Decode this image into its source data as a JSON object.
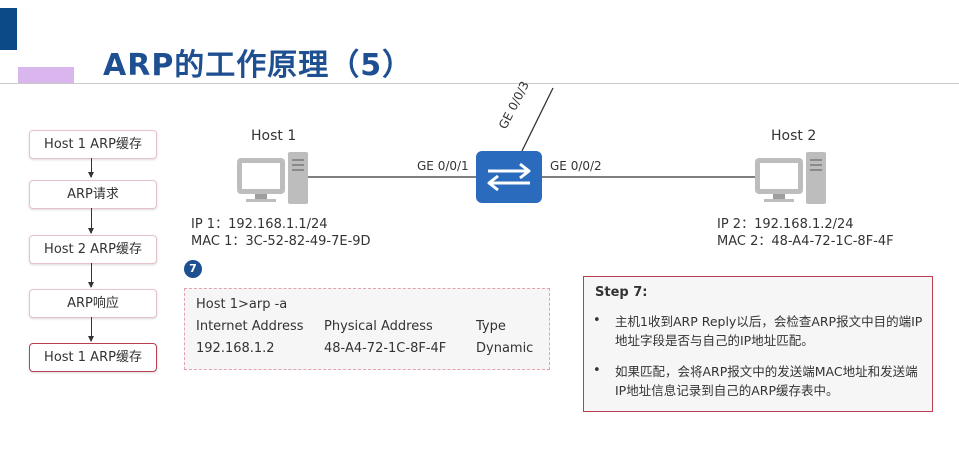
{
  "page": {
    "title": "ARP的工作原理（5）",
    "brand_color": "#1d4f91",
    "accent_color": "#b9404f"
  },
  "flow": {
    "steps": [
      {
        "label": "Host 1 ARP缓存",
        "active": false
      },
      {
        "label": "ARP请求",
        "active": false
      },
      {
        "label": "Host 2 ARP缓存",
        "active": false
      },
      {
        "label": "ARP响应",
        "active": false
      },
      {
        "label": "Host 1 ARP缓存",
        "active": true
      }
    ]
  },
  "topology": {
    "host1": {
      "name": "Host 1",
      "ip_line": "IP 1：192.168.1.1/24",
      "mac_line": "MAC 1：3C-52-82-49-7E-9D",
      "icon": "computer-icon"
    },
    "host2": {
      "name": "Host 2",
      "ip_line": "IP 2：192.168.1.2/24",
      "mac_line": "MAC 2：48-A4-72-1C-8F-4F",
      "icon": "computer-icon"
    },
    "switch": {
      "icon": "switch-icon"
    },
    "ports": {
      "left": "GE 0/0/1",
      "right": "GE 0/0/2",
      "up": "GE 0/0/3"
    }
  },
  "step_badge": "7",
  "arp_table": {
    "command": "Host 1>arp -a",
    "headers": [
      "Internet Address",
      "Physical Address",
      "Type"
    ],
    "rows": [
      [
        "192.168.1.2",
        "48-A4-72-1C-8F-4F",
        "Dynamic"
      ]
    ]
  },
  "step_panel": {
    "title": "Step 7:",
    "bullets": [
      "主机1收到ARP Reply以后，会检查ARP报文中目的端IP地址字段是否与自己的IP地址匹配。",
      "如果匹配，会将ARP报文中的发送端MAC地址和发送端IP地址信息记录到自己的ARP缓存表中。"
    ]
  }
}
